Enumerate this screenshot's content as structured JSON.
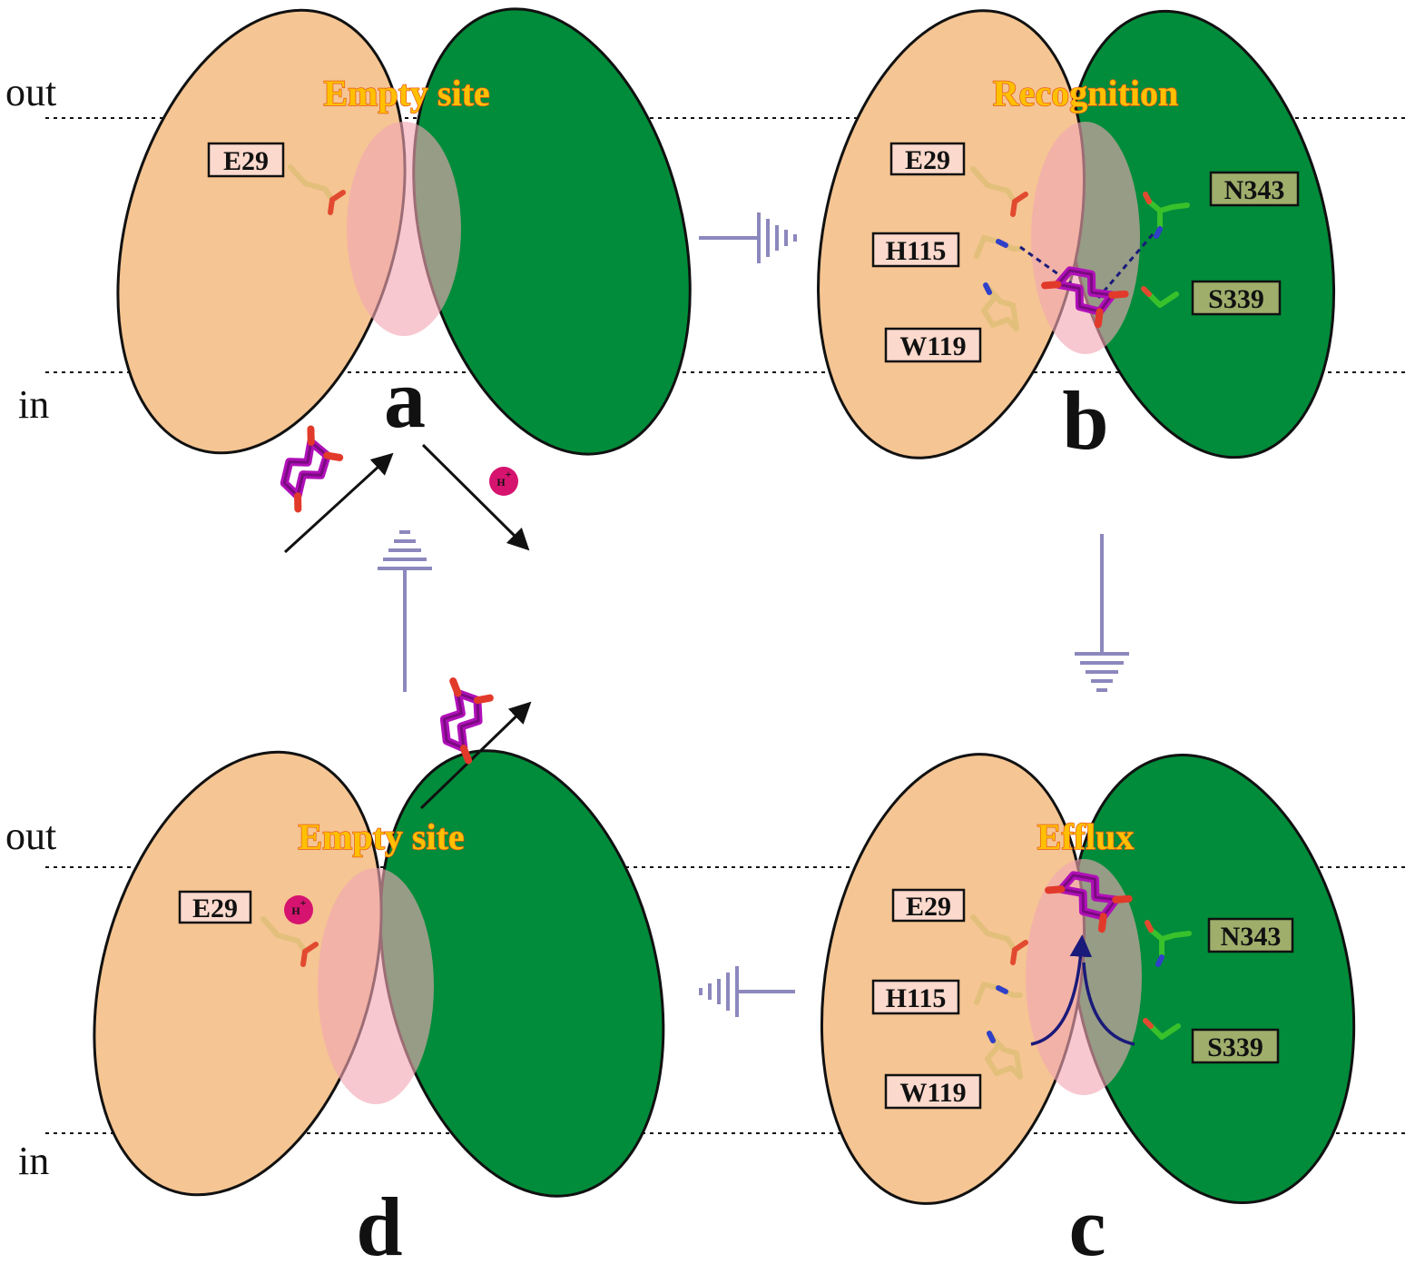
{
  "membrane": {
    "out_label": "out",
    "in_label": "in"
  },
  "panels": {
    "a": {
      "letter": "a",
      "title": "Empty site",
      "residues": [
        "E29"
      ]
    },
    "b": {
      "letter": "b",
      "title": "Recognition",
      "residues": [
        "E29",
        "H115",
        "W119",
        "N343",
        "S339"
      ]
    },
    "c": {
      "letter": "c",
      "title": "Efflux",
      "residues": [
        "E29",
        "H115",
        "W119",
        "N343",
        "S339"
      ]
    },
    "d": {
      "letter": "d",
      "title": "Empty site",
      "residues": [
        "E29"
      ]
    }
  },
  "proton": {
    "symbol": "H",
    "charge": "+"
  },
  "colors": {
    "domain_left": "#f5c593",
    "domain_right": "#008c3a",
    "binding_site": "#f2a7b3",
    "substrate": "#b010b8",
    "proton": "#d6136f",
    "flow_arrow": "#8c88bd",
    "residue_label_left": "#fbd9cc",
    "residue_label_right": "#9fae6b"
  }
}
